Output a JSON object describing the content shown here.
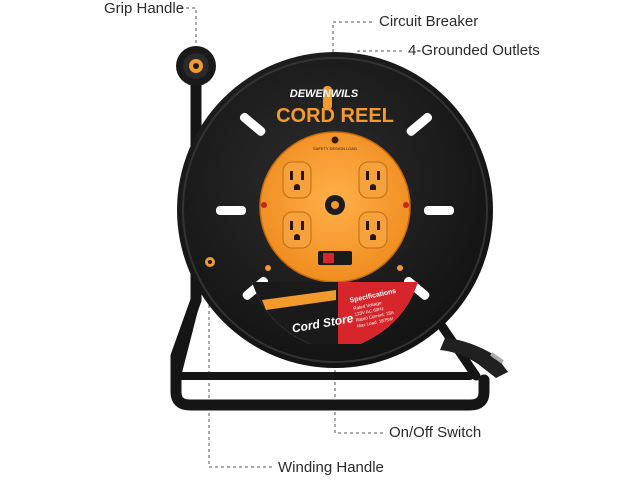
{
  "callouts": {
    "grip_handle": "Grip Handle",
    "circuit_breaker": "Circuit Breaker",
    "grounded_outlets": "4-Grounded Outlets",
    "on_off_switch": "On/Off Switch",
    "winding_handle": "Winding Handle"
  },
  "product": {
    "brand": "DEWENWILS",
    "title": "CORD REEL",
    "panel_caption": "SAFETY DESIGN LOAD",
    "store_label": "Cord Store",
    "spec_heading": "Specifications",
    "spec_lines": [
      "Rated Voltage:",
      "125V AC 60Hz",
      "Rated Current: 15A",
      "Max Load: 1875W"
    ]
  },
  "colors": {
    "reel_body": "#1c1c1c",
    "accent_orange": "#f39a2d",
    "frame": "#151515",
    "label_red": "#d7262b"
  }
}
